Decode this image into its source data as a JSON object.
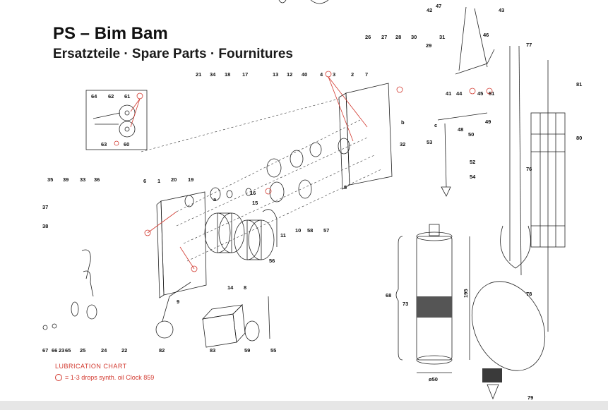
{
  "title": "PS – Bim Bam",
  "subtitle": "Ersatzteile · Spare Parts · Fournitures",
  "lubrication": {
    "heading": "LUBRICATION CHART",
    "note": "= 1-3 drops synth. oil Clock 859"
  },
  "dimensions": {
    "height": "195",
    "diameter": "ø50"
  },
  "part_labels": [
    "1",
    "2",
    "3",
    "4",
    "5",
    "6",
    "7",
    "8",
    "9",
    "10",
    "11",
    "12",
    "13",
    "14",
    "15",
    "16",
    "17",
    "18",
    "19",
    "20",
    "21",
    "22",
    "23",
    "24",
    "25",
    "26",
    "27",
    "28",
    "29",
    "30",
    "31",
    "32",
    "33",
    "34",
    "35",
    "36",
    "37",
    "38",
    "39",
    "40",
    "41",
    "42",
    "43",
    "44",
    "45",
    "46",
    "47",
    "48",
    "49",
    "50",
    "51",
    "52",
    "53",
    "54",
    "55",
    "56",
    "57",
    "58",
    "59",
    "60",
    "61",
    "62",
    "63",
    "64",
    "65",
    "66",
    "67",
    "68",
    "73",
    "76",
    "77",
    "78",
    "79",
    "80",
    "81",
    "82",
    "83",
    "a",
    "b",
    "c"
  ],
  "colors": {
    "lubrication_marker": "#d2392f",
    "ink": "#141414"
  }
}
